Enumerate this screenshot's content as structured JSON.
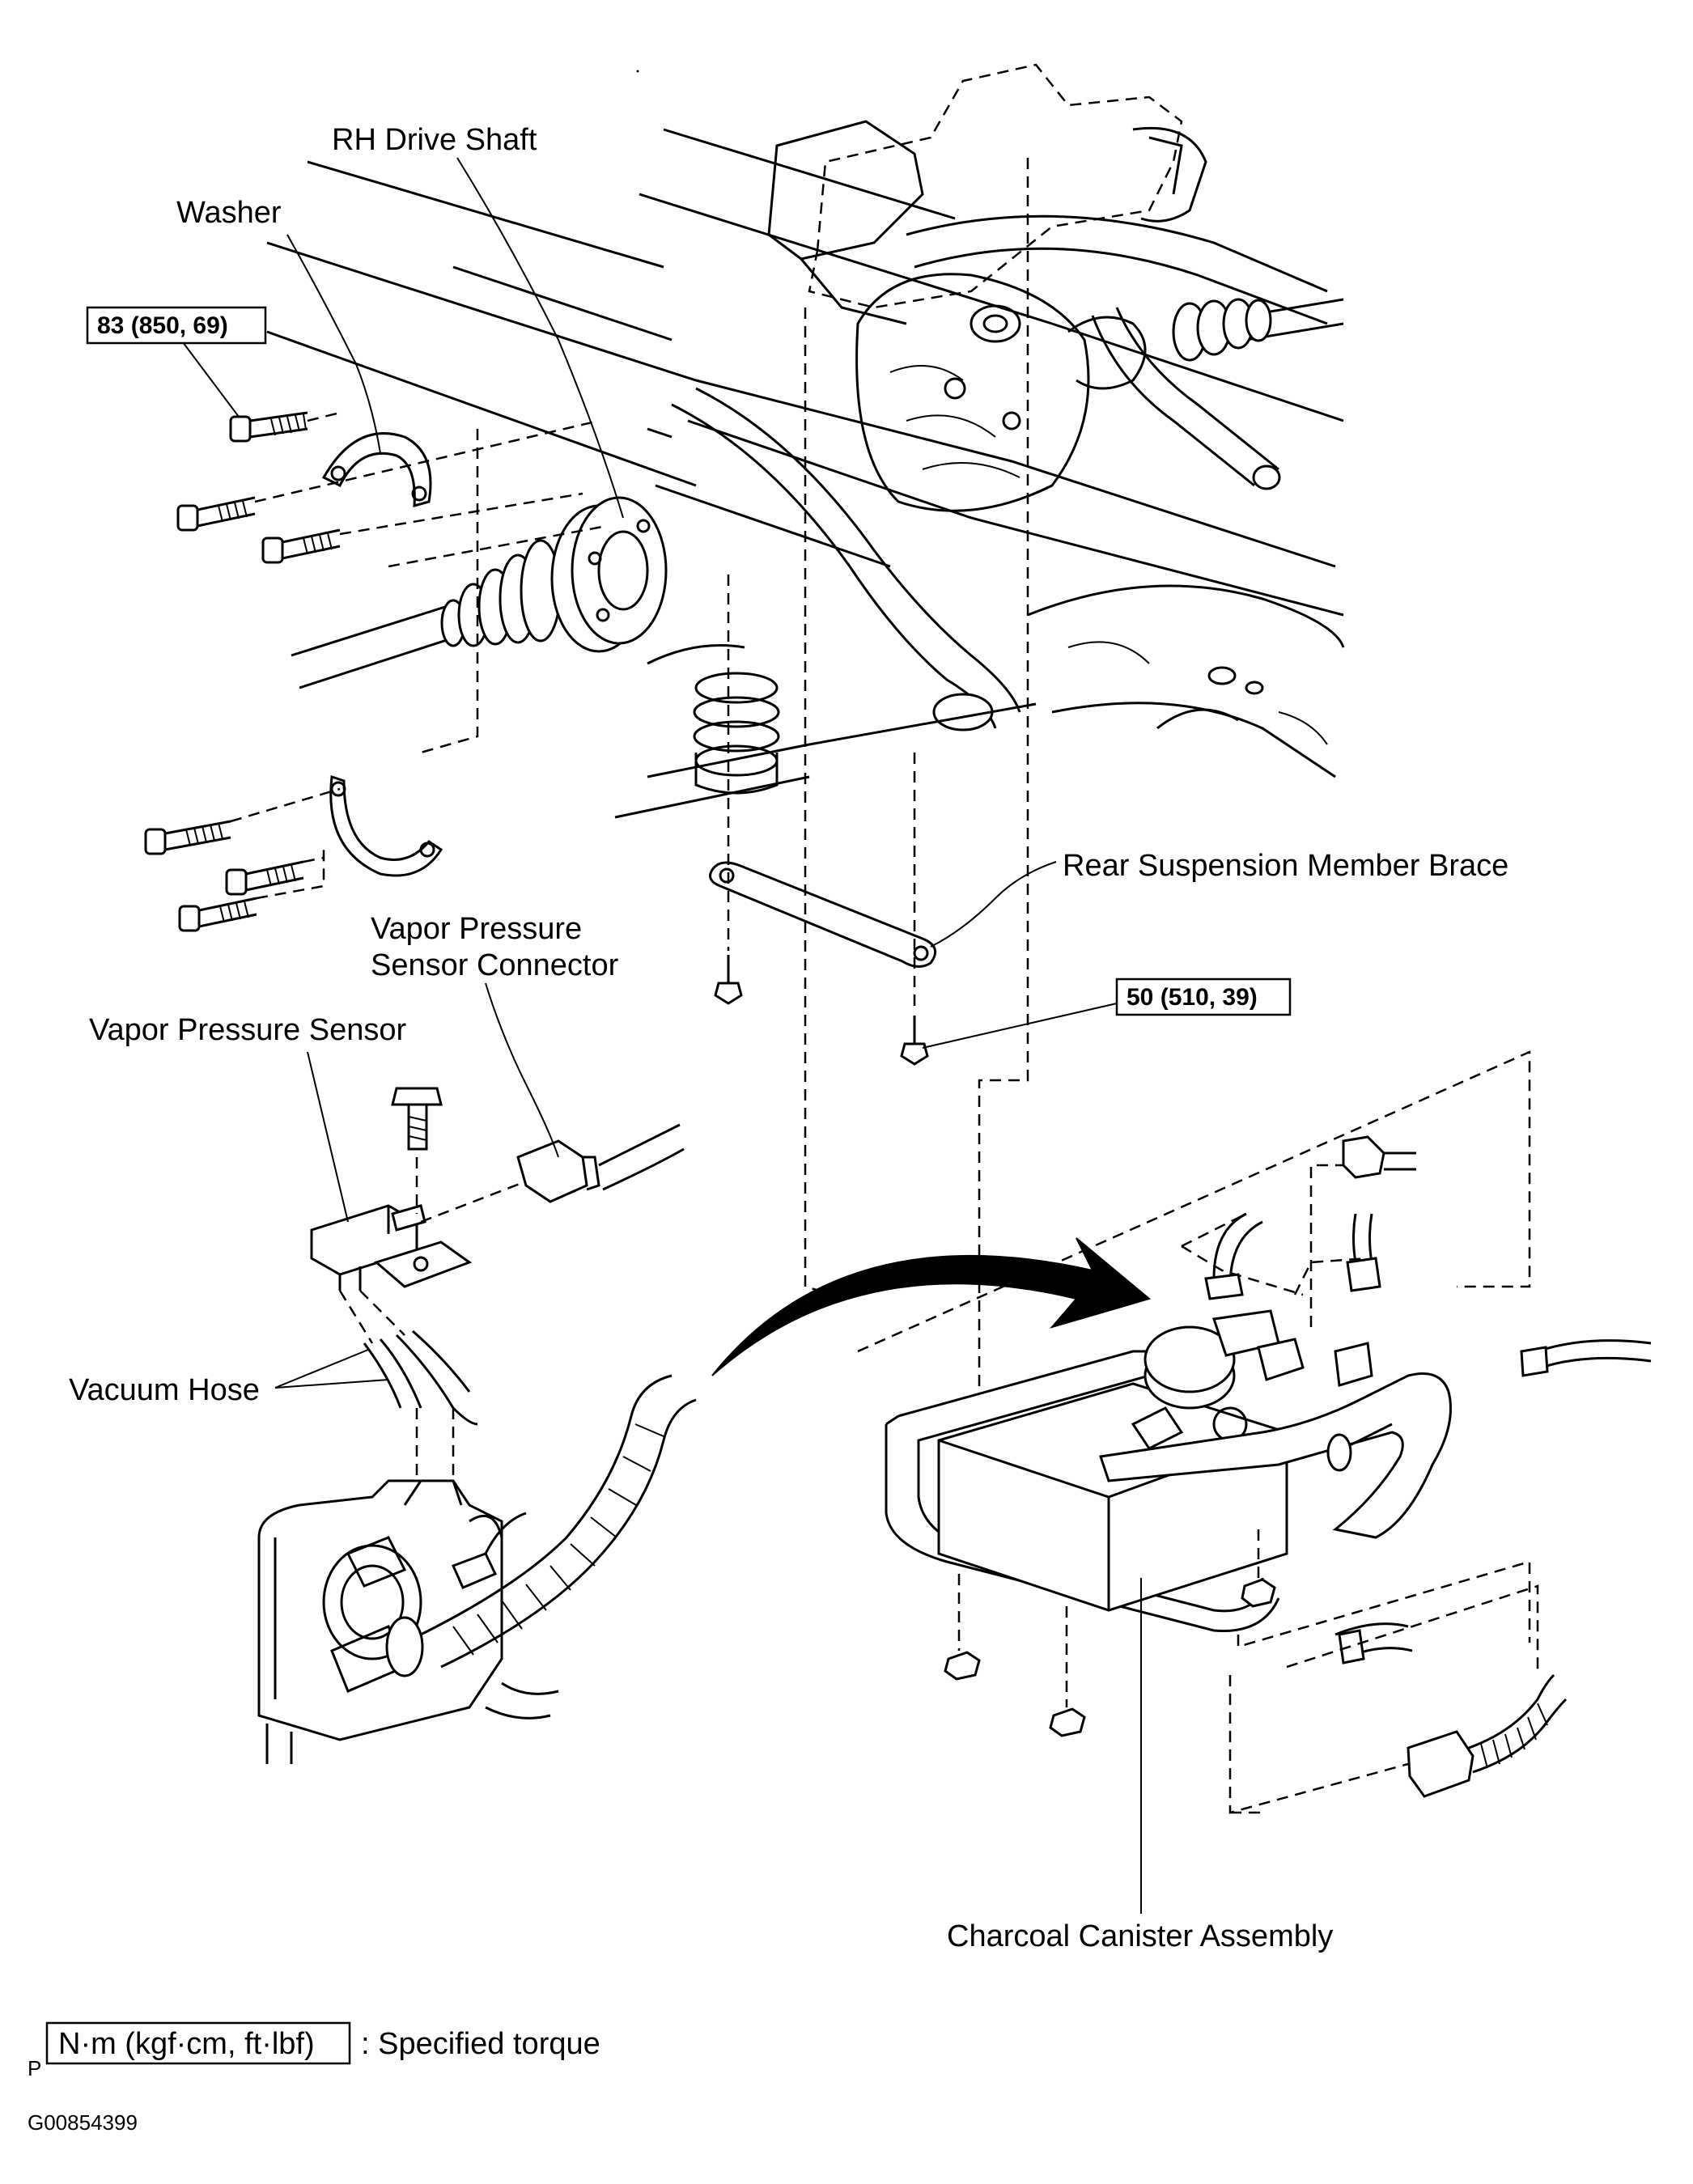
{
  "labels": {
    "rh_drive_shaft": "RH Drive Shaft",
    "washer": "Washer",
    "rear_suspension_member_brace": "Rear Suspension Member Brace",
    "vapor_pressure_sensor_connector_line1": "Vapor Pressure",
    "vapor_pressure_sensor_connector_line2": "Sensor Connector",
    "vapor_pressure_sensor": "Vapor Pressure Sensor",
    "vacuum_hose": "Vacuum Hose",
    "charcoal_canister_assembly": "Charcoal Canister Assembly"
  },
  "torques": {
    "drive_shaft_bolts": "83 (850, 69)",
    "brace_bolt": "50 (510, 39)"
  },
  "legend": {
    "unit": "N·m (kgf·cm, ft·lbf)",
    "meaning": ": Specified torque",
    "mark": "P"
  },
  "figure_id": "G00854399"
}
